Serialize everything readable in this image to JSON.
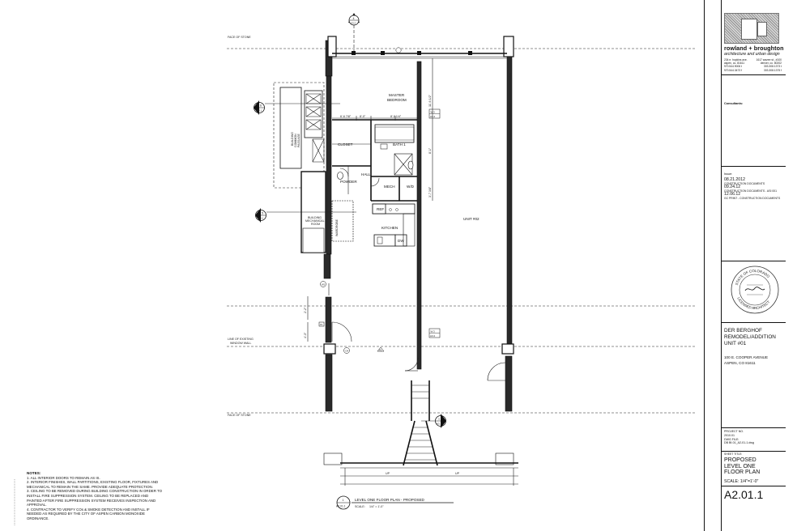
{
  "plan": {
    "labels": {
      "face_of_stone_top": "FACE OF STONE",
      "face_of_stone_bottom": "FACE OF STONE",
      "line_of_existing_1": "LINE OF EXISTING",
      "line_of_existing_2": "WINDOW WALL",
      "master_bedroom_1": "MASTER",
      "master_bedroom_2": "BEDROOM",
      "closet": "CLOSET",
      "bath_1": "BATH 1",
      "hall": "HALL",
      "powder": "POWDER",
      "mech": "MECH",
      "wd": "W/D",
      "ref": "REF",
      "kitchen": "KITCHEN",
      "dw": "DW",
      "unit2": "UNIT #02",
      "bldg_mech_1": "BUILDING",
      "bldg_mech_2": "MECHANICAL",
      "bldg_mech_3": "ROOM",
      "bldg_common_1": "BUILDING",
      "bldg_common_2": "COMMON",
      "bldg_common_3": "PASSAGE",
      "wardrobe": "WARDROBE",
      "up1": "UP",
      "up2": "UP"
    },
    "dims": {
      "d1": "6'-6 7/8\"",
      "d2": "8'-0\"",
      "d3": "8'-0 1/4\"",
      "d4": "11'-6 1/2\"",
      "d5": "8'-1\"",
      "d6": "3'-7 3/8\"",
      "d7": "2'-2\"",
      "d8": "4'-3\""
    },
    "tags": {
      "t_top_num": "4",
      "t_top_sheet": "A3.2",
      "t_l1_num": "6",
      "t_l1_sheet": "A3.1",
      "t_l2_num": "5",
      "t_l2_sheet": "A3.1",
      "t_bot_num": "1",
      "t_bot_sheet": "A3.1",
      "w1": "W.3",
      "w1b": "A3.2",
      "w2": "W.3",
      "w2b": "A3.2",
      "d_tag": "D4",
      "w_tag": "W2",
      "p1": "P2",
      "p2": "P2"
    },
    "caption": {
      "num": "1",
      "sheet": "A2.01.1",
      "title": "LEVEL ONE FLOOR PLAN - PROPOSED",
      "scale_label": "SCALE:",
      "scale": "1/4\" = 1'-0\""
    }
  },
  "notes": {
    "title": "NOTES:",
    "items": [
      "1. ALL INTERIOR DOORS TO REMAIN AS IS.",
      "2. INTERIOR FINISHES, WALL PARTITIONS, EXISTING FLOOR, FIXTURES AND MECHANICAL TO REMAIN THE SAME. PROVIDE ADEQUATE PROTECTION.",
      "3. CEILING TO BE REMOVED DURING BUILDING CONSTRUCTION IN ORDER TO INSTALL FIRE SUPPRESSION SYSTEM. CEILING TO BE REPLACED AND PAINTED AFTER FIRE SUPPRESSION SYSTEM RECEIVES INSPECTION AND APPROVAL.",
      "4. CONTRACTOR TO VERIFY COs & SMOKE DETECTION AND INSTALL IF NEEDED AS REQUIRED BY THE CITY OF ASPEN CARBON MONOXIDE ORDINANCE."
    ]
  },
  "titleblock": {
    "firm_name": "rowland + broughton",
    "firm_sub": "architecture and urban design",
    "addr_left": [
      "234 e. hopkins ave.",
      "aspen, co. 81611",
      "970.544.9006 t",
      "970.544.3473 f"
    ],
    "addr_right": [
      "1617 wazee st., #100",
      "denver, co. 80202",
      "303.308.1373 t",
      "303.308.1375 f"
    ],
    "consultants": "Consultants:",
    "issue_label": "Issue:",
    "issues": [
      {
        "date": "08.21.2012",
        "desc": "CONSTRUCTION DOCUMENTS"
      },
      {
        "date": "09.24.12",
        "desc": "CONSTRUCTION DOCUMENTS - ASI 001"
      },
      {
        "date": "12.06.12",
        "desc": "GC PRINT - CONSTRUCTION DOCUMENTS"
      }
    ],
    "seal_ring": "STATE OF COLORADO",
    "seal_ring_bottom": "LICENSED ARCHITECT",
    "project_1": "DER BERGHOF",
    "project_2": "REMODEL/ADDITION",
    "project_3": "UNIT #01",
    "address_1": "100 E. COOPER AVENUE",
    "address_2": "ASPEN, CO 81611",
    "project_no_label": "PROJECT NO.",
    "project_no": "2010.01",
    "dwg_file_label": "DWG FILE:",
    "dwg_file": "DB Bf-01_A2-01-1.dwg",
    "sheet_title_label": "SHEET TITLE:",
    "sheet_title_1": "PROPOSED",
    "sheet_title_2": "LEVEL ONE",
    "sheet_title_3": "FLOOR PLAN",
    "scale": "SCALE: 1/4\"=1'-0\"",
    "sheet_no": "A2.01.1"
  }
}
